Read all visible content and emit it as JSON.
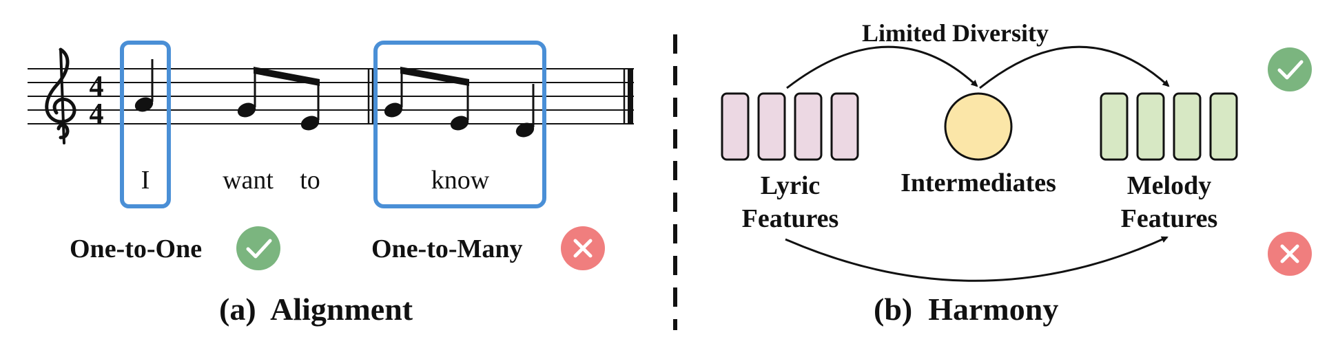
{
  "panel_a": {
    "lyrics": [
      "I",
      "want",
      "to",
      "know"
    ],
    "one_to_one_label": "One-to-One",
    "one_to_many_label": "One-to-Many",
    "caption": "(a)  Alignment"
  },
  "panel_b": {
    "top_arrow_label": "Limited Diversity",
    "lyric_features_line1": "Lyric",
    "lyric_features_line2": "Features",
    "intermediates_label": "Intermediates",
    "melody_features_line1": "Melody",
    "melody_features_line2": "Features",
    "caption": "(b)  Harmony"
  },
  "colors": {
    "accent_blue": "#4a8fd6",
    "check_green": "#7bb57f",
    "cross_red": "#f07e7e",
    "lyric_fill": "#ecd8e3",
    "intermediate_fill": "#fbe6a8",
    "melody_fill": "#d7e8c4"
  },
  "icons": {
    "check": "check-circle-icon",
    "cross": "cross-circle-icon",
    "treble_clef": "treble-clef-icon"
  }
}
